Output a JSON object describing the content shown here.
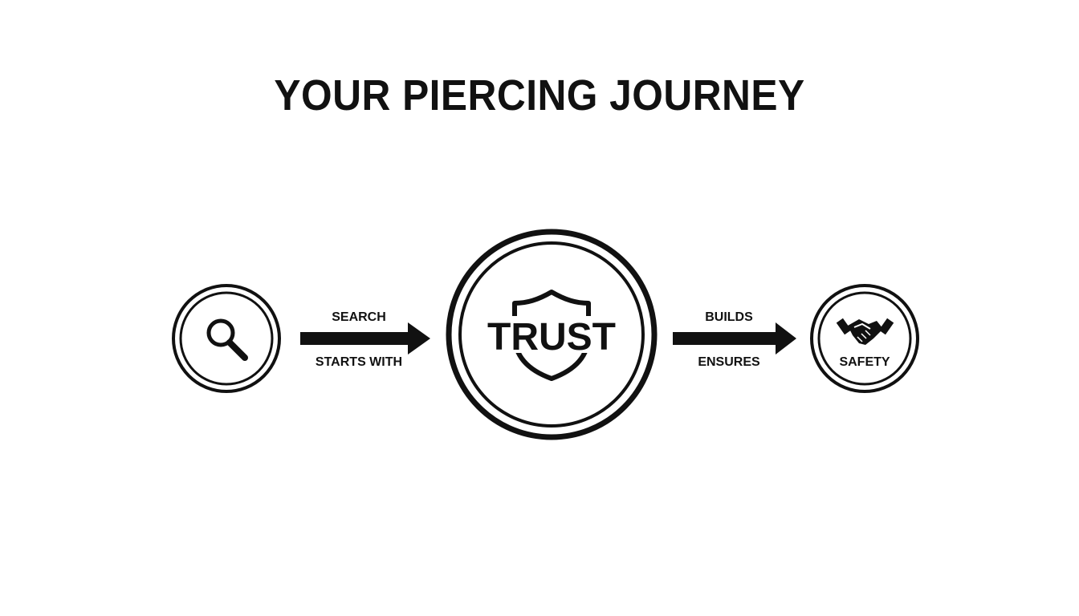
{
  "title": "YOUR PIERCING JOURNEY",
  "nodes": {
    "search": {
      "icon": "magnifier-icon"
    },
    "trust": {
      "label": "TRUST",
      "icon": "shield-icon"
    },
    "safety": {
      "label": "SAFETY",
      "icon": "handshake-icon"
    }
  },
  "edges": {
    "search_to_trust": {
      "top_label": "SEARCH",
      "bottom_label": "STARTS WITH"
    },
    "trust_to_safety": {
      "top_label": "BUILDS",
      "bottom_label": "ENSURES"
    }
  },
  "colors": {
    "ink": "#111111",
    "background": "#ffffff"
  }
}
